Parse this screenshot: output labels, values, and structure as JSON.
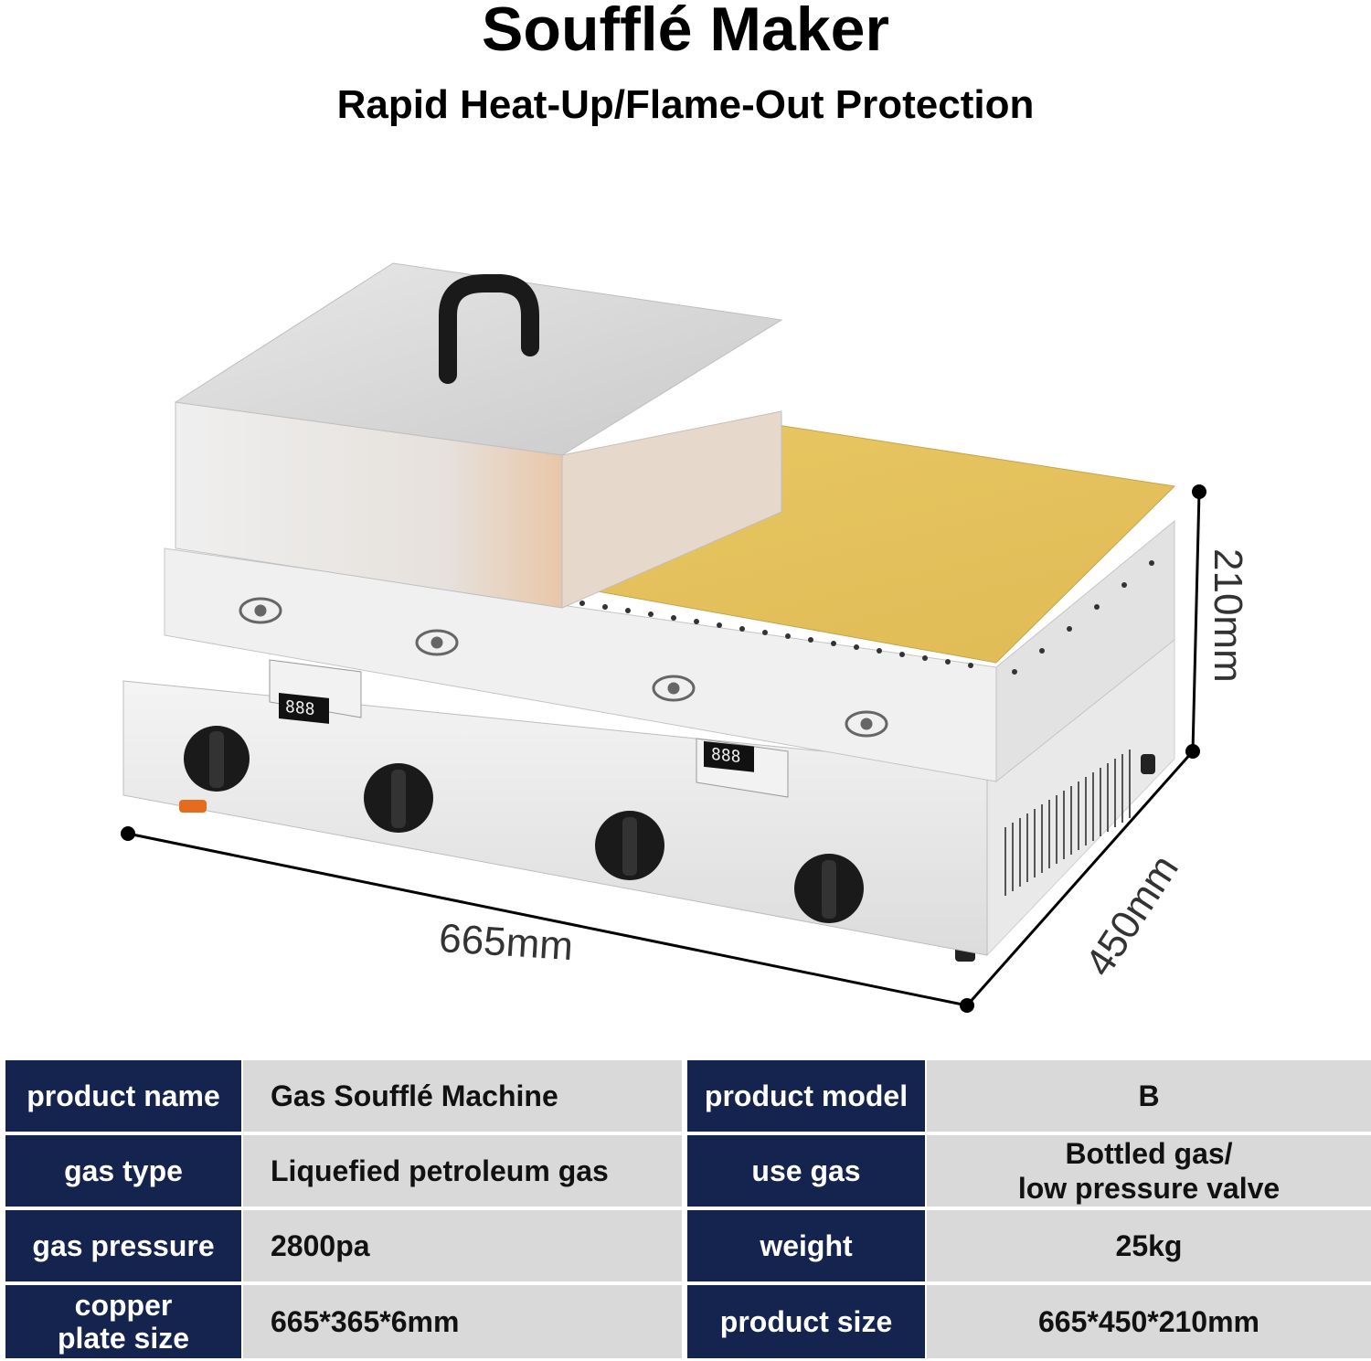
{
  "header": {
    "title": "Soufflé Maker",
    "subtitle": "Rapid Heat-Up/Flame-Out Protection"
  },
  "dimensions": {
    "width": "665mm",
    "height": "210mm",
    "depth": "450mm"
  },
  "colors": {
    "label_bg": "#14244f",
    "value_bg": "#d9d9d9",
    "copper_plate": "#e3bf5a"
  },
  "specs": [
    {
      "label1": "product name",
      "value1": "Gas Soufflé Machine",
      "label2": "product model",
      "value2": "B"
    },
    {
      "label1": "gas type",
      "value1": "Liquefied petroleum gas",
      "label2": "use gas",
      "value2": "Bottled gas/\nlow pressure valve"
    },
    {
      "label1": "gas pressure",
      "value1": "2800pa",
      "label2": "weight",
      "value2": "25kg"
    },
    {
      "label1": "copper\nplate size",
      "value1": "665*365*6mm",
      "label2": "product size",
      "value2": "665*450*210mm"
    }
  ]
}
